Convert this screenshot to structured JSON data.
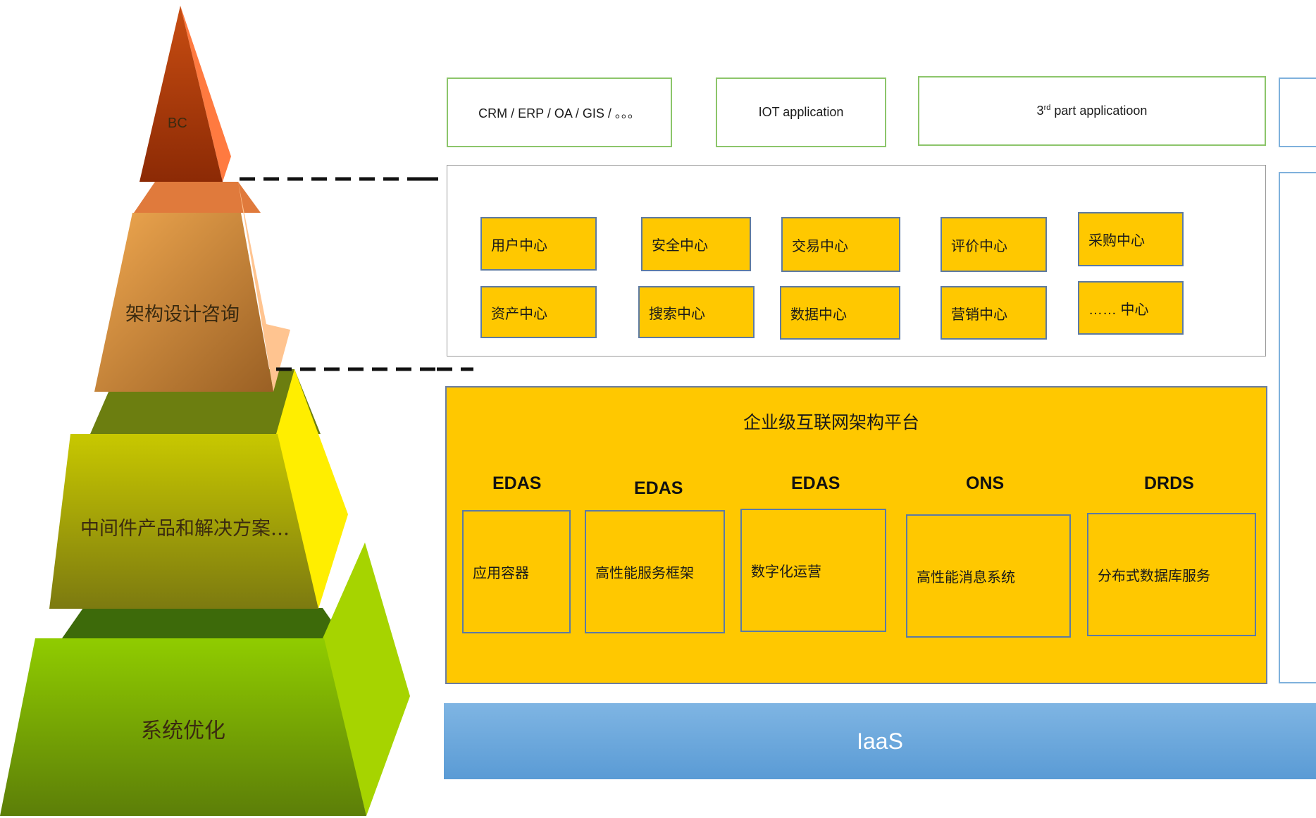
{
  "pyramid": {
    "levels": [
      {
        "label": "BC"
      },
      {
        "label": "架构设计咨询"
      },
      {
        "label": "中间件产品和解决方案…"
      },
      {
        "label": "系统优化"
      }
    ]
  },
  "applications": [
    {
      "label": "CRM / ERP / OA / GIS / 。。。"
    },
    {
      "label": "IOT application"
    },
    {
      "label_sup": "rd",
      "label_pre": "3",
      "label_post": " part applicatioon"
    }
  ],
  "business_centers": {
    "row1": [
      "用户中心",
      "安全中心",
      "交易中心",
      "评价中心",
      "采购中心"
    ],
    "row2": [
      "资产中心",
      "搜索中心",
      "数据中心",
      "营销中心",
      "…… 中心"
    ]
  },
  "platform": {
    "title": "企业级互联网架构平台",
    "products": [
      {
        "name": "EDAS",
        "desc": "应用容器"
      },
      {
        "name": "EDAS",
        "desc": "高性能服务框架"
      },
      {
        "name": "EDAS",
        "desc": "数字化运营"
      },
      {
        "name": "ONS",
        "desc": "高性能消息系统"
      },
      {
        "name": "DRDS",
        "desc": "分布式数据库服务"
      }
    ]
  },
  "iaas": {
    "label": "IaaS"
  },
  "colors": {
    "center_fill": "#ffc800",
    "app_border": "#8cc56a",
    "iaas_fill": "#5a9bd5"
  }
}
